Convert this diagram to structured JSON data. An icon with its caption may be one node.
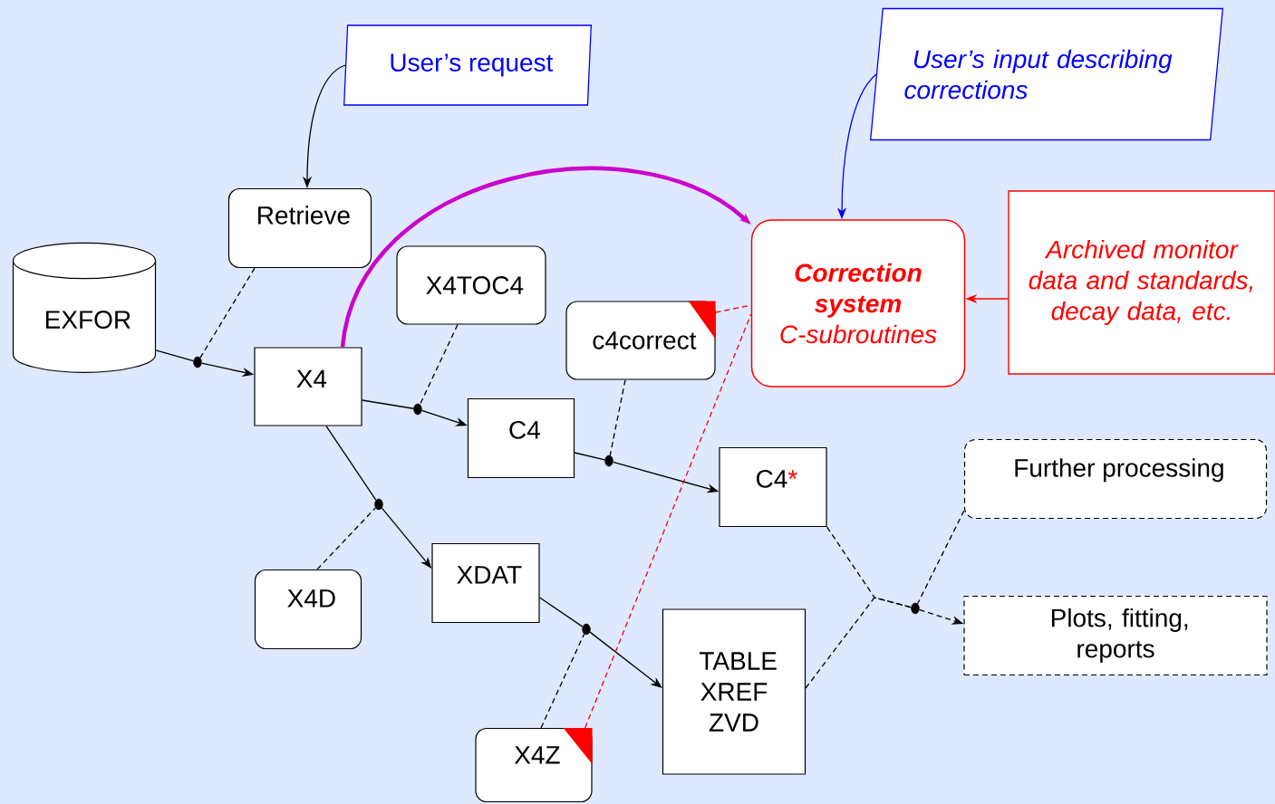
{
  "diagram": {
    "nodes": [
      {
        "text": [
          "User’s request"
        ]
      },
      {
        "text": [
          "User’s input describing corrections"
        ]
      },
      {
        "text": [
          "Retrieve"
        ]
      },
      {
        "text": [
          "EXFOR"
        ]
      },
      {
        "text": [
          "X4"
        ]
      },
      {
        "text": [
          "X4TOC4"
        ]
      },
      {
        "text": [
          "c4correct"
        ]
      },
      {
        "text": [
          "Correction system",
          "C-subroutines"
        ]
      },
      {
        "text": [
          "Archived monitor data and standards, decay data, etc."
        ]
      },
      {
        "text": [
          "C4"
        ]
      },
      {
        "text": [
          "C4",
          "*"
        ]
      },
      {
        "text": [
          "Further processing"
        ]
      },
      {
        "text": [
          "X4D"
        ]
      },
      {
        "text": [
          "XDAT"
        ]
      },
      {
        "text": [
          "TABLE XREF ZVD"
        ]
      },
      {
        "text": [
          "Plots, fitting, reports"
        ]
      },
      {
        "text": [
          "X4Z"
        ]
      },
      {
        "text": [],
        "shape": "dot"
      },
      {
        "text": [],
        "shape": "dot"
      },
      {
        "text": [],
        "shape": "dot"
      },
      {
        "text": [],
        "shape": "dot"
      },
      {
        "text": [],
        "shape": "dot"
      },
      {
        "text": [],
        "shape": "dot"
      }
    ],
    "edges": [
      {
        "from": 0,
        "to": 2,
        "arrow": "to"
      },
      {
        "from": 1,
        "to": 7,
        "arrow": "to",
        "color": "#0000ff"
      },
      {
        "from": 3,
        "to": 17,
        "arrow": "none"
      },
      {
        "from": 17,
        "to": 4,
        "arrow": "to"
      },
      {
        "from": 2,
        "to": 17,
        "arrow": "none",
        "style": "dashed"
      },
      {
        "from": 4,
        "to": 19,
        "arrow": "none"
      },
      {
        "from": 19,
        "to": 9,
        "arrow": "to"
      },
      {
        "from": 5,
        "to": 19,
        "arrow": "none",
        "style": "dashed"
      },
      {
        "from": 9,
        "to": 21,
        "arrow": "none"
      },
      {
        "from": 21,
        "to": 10,
        "arrow": "to"
      },
      {
        "from": 6,
        "to": 21,
        "arrow": "none",
        "style": "dashed"
      },
      {
        "from": 4,
        "to": 18,
        "arrow": "none"
      },
      {
        "from": 18,
        "to": 13,
        "arrow": "to"
      },
      {
        "from": 12,
        "to": 18,
        "arrow": "none",
        "style": "dashed"
      },
      {
        "from": 13,
        "to": 20,
        "arrow": "none"
      },
      {
        "from": 20,
        "to": 14,
        "arrow": "to"
      },
      {
        "from": 16,
        "to": 20,
        "arrow": "none",
        "style": "dashed"
      },
      {
        "from": 4,
        "to": 7,
        "arrow": "to",
        "style": "thick",
        "color": "#cc00cc"
      },
      {
        "from": 8,
        "to": 7,
        "arrow": "to",
        "color": "#ff0000"
      },
      {
        "from": 6,
        "to": 7,
        "arrow": "none",
        "style": "dashed",
        "color": "#ff0000"
      },
      {
        "from": 16,
        "to": 7,
        "arrow": "none",
        "style": "dashed",
        "color": "#ff0000"
      },
      {
        "from": 10,
        "to": 22,
        "arrow": "none",
        "style": "dashed"
      },
      {
        "from": 14,
        "to": 22,
        "arrow": "none",
        "style": "dashed"
      },
      {
        "from": 22,
        "to": 15,
        "arrow": "to",
        "style": "dashed"
      },
      {
        "from": 11,
        "to": 22,
        "arrow": "none",
        "style": "dashed"
      }
    ]
  }
}
